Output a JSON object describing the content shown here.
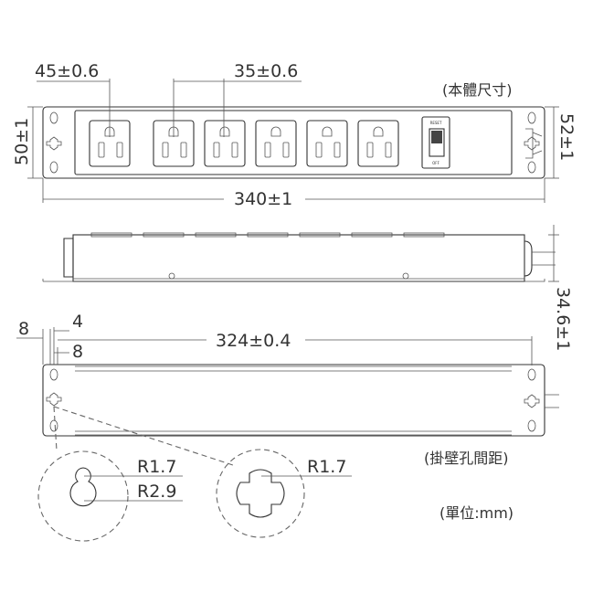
{
  "top_view": {
    "dim_outlet_first": "45±0.6",
    "dim_outlet_pitch": "35±0.6",
    "dim_height": "50±1",
    "dim_depth": "52±1",
    "dim_length": "340±1",
    "label_body": "(本體尺寸)",
    "switch_on": "RESET",
    "switch_off": "OFF",
    "outlet_count": 6
  },
  "side_view": {
    "dim_height": "34.6±1"
  },
  "bottom_view": {
    "dim_8a": "8",
    "dim_4": "4",
    "dim_8b": "8",
    "dim_hole_distance": "324±0.4",
    "label_wall": "(掛壁孔間距)",
    "keyhole_r_small": "R1.7",
    "keyhole_r_large": "R2.9",
    "cross_r": "R1.7",
    "unit": "(單位:mm)"
  }
}
